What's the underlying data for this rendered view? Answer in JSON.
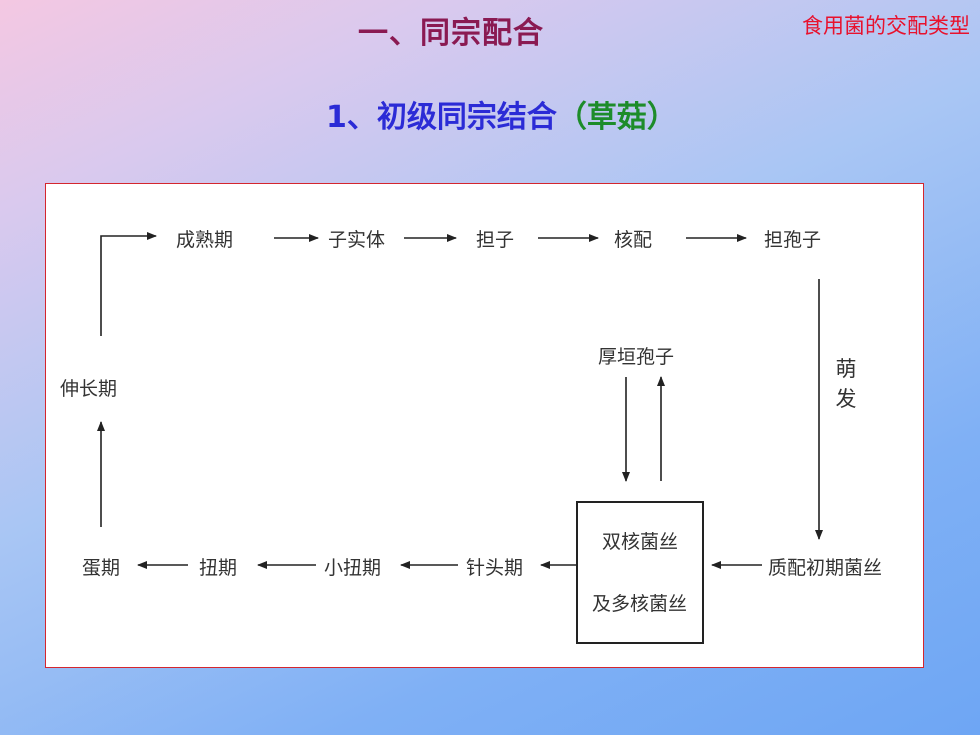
{
  "header": {
    "title": "一、同宗配合",
    "corner_label": "食用菌的交配类型",
    "subtitle": "1、初级同宗结合",
    "subtitle_paren": "（草菇）"
  },
  "diagram": {
    "nodes": {
      "maturity": "成熟期",
      "fruiting_body": "子实体",
      "basidium": "担子",
      "karyogamy": "核配",
      "basidiospore": "担孢子",
      "chlamydospore": "厚垣孢子",
      "elongation": "伸长期",
      "germination": "萌发",
      "egg": "蛋期",
      "button": "扭期",
      "small_button": "小扭期",
      "pinhead": "针头期",
      "primary_mycelium": "质配初期菌丝",
      "dikaryon_line1": "双核菌丝",
      "dikaryon_line2": "及多核菌丝"
    }
  }
}
